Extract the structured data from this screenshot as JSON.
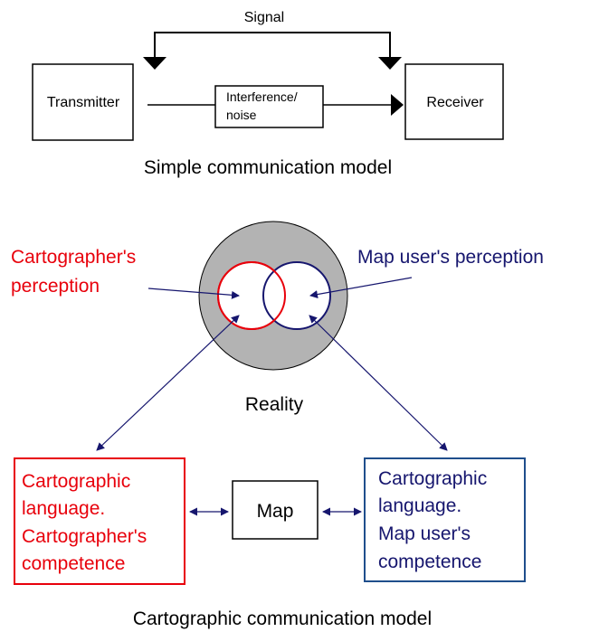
{
  "simple_model": {
    "signal_label": "Signal",
    "transmitter_label": "Transmitter",
    "interference_line1": "Interference/",
    "interference_line2": "noise",
    "receiver_label": "Receiver",
    "caption": "Simple communication model"
  },
  "cartographic_model": {
    "cartographer_perception_line1": "Cartographer's",
    "cartographer_perception_line2": "perception",
    "map_user_perception": "Map user's perception",
    "reality_label": "Reality",
    "left_box_lines": [
      "Cartographic",
      "language.",
      "Cartographer's",
      "competence"
    ],
    "right_box_lines": [
      "Cartographic",
      "language.",
      "Map user's",
      "competence"
    ],
    "map_label": "Map",
    "caption": "Cartographic communication model"
  },
  "colors": {
    "red": "#e8000b",
    "blue": "#16166e",
    "box_blue": "#1f4e8c",
    "reality_fill": "#b3b3b3"
  }
}
